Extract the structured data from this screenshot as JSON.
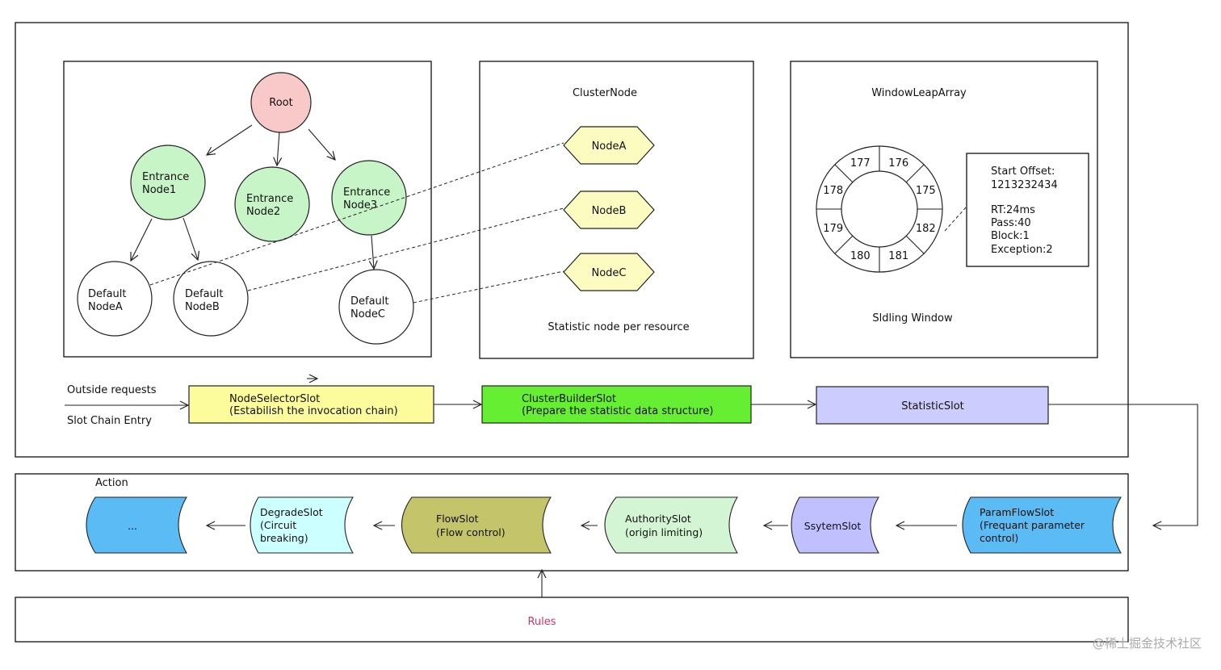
{
  "tree": {
    "root": "Root",
    "entrance1": [
      "Entrance",
      "Node1"
    ],
    "entrance2": [
      "Entrance",
      "Node2"
    ],
    "entrance3": [
      "Entrance",
      "Node3"
    ],
    "defaultA": [
      "Default",
      "NodeA"
    ],
    "defaultB": [
      "Default",
      "NodeB"
    ],
    "defaultC": [
      "Default",
      "NodeC"
    ]
  },
  "cluster": {
    "title": "ClusterNode",
    "nodes": [
      "NodeA",
      "NodeB",
      "NodeC"
    ],
    "caption": "Statistic node per resource"
  },
  "window": {
    "title": "WindowLeapArray",
    "buckets": [
      "176",
      "175",
      "182",
      "181",
      "180",
      "179",
      "178",
      "177"
    ],
    "caption": "Sldling Window",
    "info": {
      "start_label": "Start Offset:",
      "start_value": "1213232434",
      "rt": "RT:24ms",
      "pass": "Pass:40",
      "block": "Block:1",
      "exception": "Exception:2"
    }
  },
  "chain": {
    "outside_requests": "Outside requests",
    "entry_label": "Slot Chain Entry",
    "node_selector": [
      "NodeSelectorSlot",
      "(Estabilish the invocation chain)"
    ],
    "cluster_builder": [
      "ClusterBuilderSlot",
      "(Prepare the statistic data structure)"
    ],
    "statistic": "StatisticSlot"
  },
  "action": {
    "label": "Action",
    "ellipsis": "...",
    "degrade": [
      "DegradeSlot",
      "(Circuit",
      "breaking)"
    ],
    "flow": [
      "FlowSlot",
      "(Flow control)"
    ],
    "authority": [
      "AuthoritySlot",
      "(origin limiting)"
    ],
    "system": "SsytemSlot",
    "paramflow": [
      "ParamFlowSlot",
      "(Frequant parameter",
      "control)"
    ]
  },
  "rules": "Rules",
  "watermark": "@稀土掘金技术社区",
  "colors": {
    "root": "#f9c8c8",
    "entrance": "#c8f5c8",
    "cluster_node": "#fcfcc0",
    "node_selector": "#fcfc9c",
    "cluster_builder": "#66ee33",
    "statistic": "#ccccff",
    "ellipsis_slot": "#5bbcf5",
    "degrade": "#ccffff",
    "flow": "#c4c46a",
    "authority": "#d4f5d4",
    "system": "#c0c0ff",
    "paramflow": "#5bbcf5",
    "rules_text": "#e8296a",
    "watermark": "#aaaaaa"
  }
}
